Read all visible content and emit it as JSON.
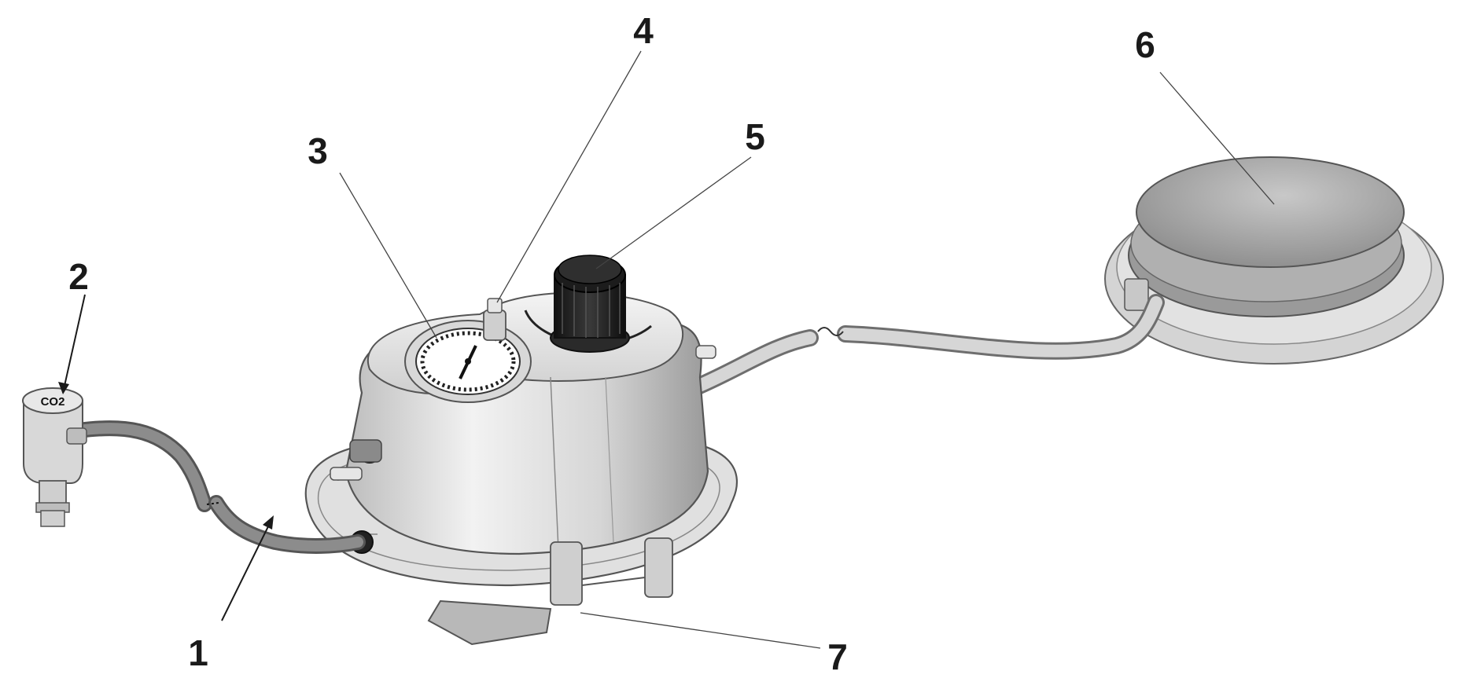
{
  "callouts": [
    {
      "id": "1",
      "label": "1"
    },
    {
      "id": "2",
      "label": "2"
    },
    {
      "id": "3",
      "label": "3"
    },
    {
      "id": "4",
      "label": "4"
    },
    {
      "id": "5",
      "label": "5"
    },
    {
      "id": "6",
      "label": "6"
    },
    {
      "id": "7",
      "label": "7"
    }
  ],
  "cartridge_label": "CO2",
  "colors": {
    "ink": "#1a1a1a",
    "metal_light": "#e8e8e8",
    "metal_mid": "#c4c4c4",
    "metal_dark": "#8a8a8a",
    "hose": "#7a7a7a"
  }
}
